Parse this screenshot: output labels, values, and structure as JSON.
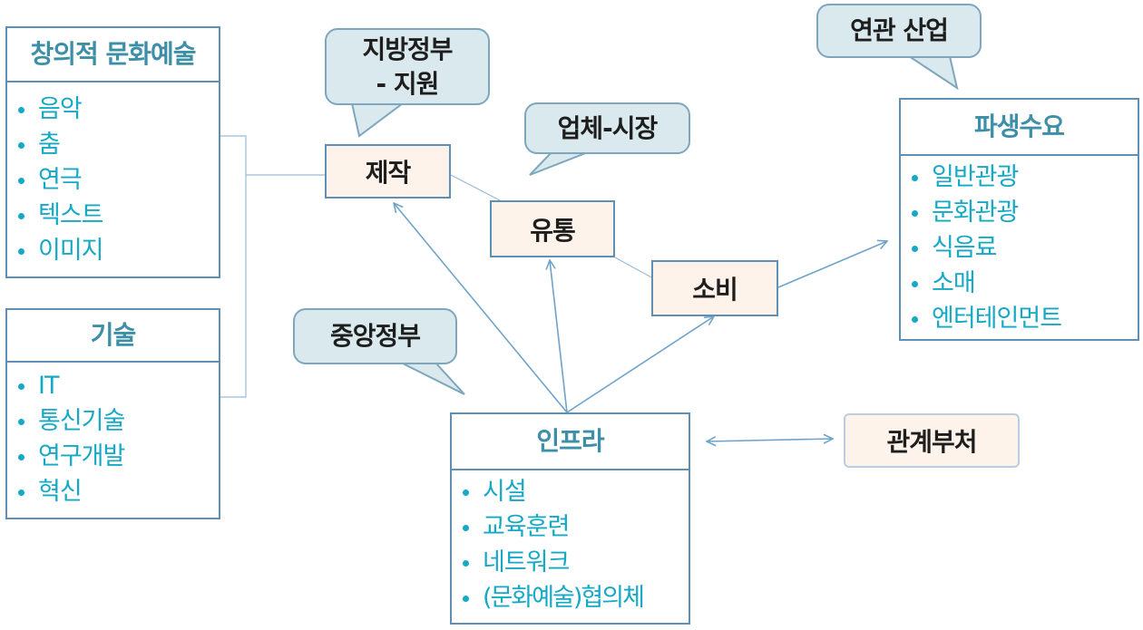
{
  "colors": {
    "border": "#5f8fb5",
    "header_text": "#3d8fa8",
    "item_text": "#16a9c6",
    "stage_fill": "#fdf3ea",
    "callout_fill": "#d9e9ee",
    "line": "#6fa3c9"
  },
  "creative_arts": {
    "title": "창의적 문화예술",
    "items": [
      "음악",
      "춤",
      "연극",
      "텍스트",
      "이미지"
    ]
  },
  "technology": {
    "title": "기술",
    "items": [
      "IT",
      "통신기술",
      "연구개발",
      "혁신"
    ]
  },
  "infrastructure": {
    "title": "인프라",
    "items": [
      "시설",
      "교육훈련",
      "네트워크",
      "(문화예술)협의체"
    ]
  },
  "derived_demand": {
    "title": "파생수요",
    "items": [
      "일반관광",
      "문화관광",
      "식음료",
      "소매",
      "엔터테인먼트"
    ]
  },
  "stages": {
    "production": "제작",
    "distribution": "유통",
    "consumption": "소비",
    "related_ministries": "관계부처"
  },
  "callouts": {
    "local_government": "지방정부\n- 지원",
    "business_market": "업체-시장",
    "central_government": "중앙정부",
    "related_industry": "연관 산업"
  }
}
